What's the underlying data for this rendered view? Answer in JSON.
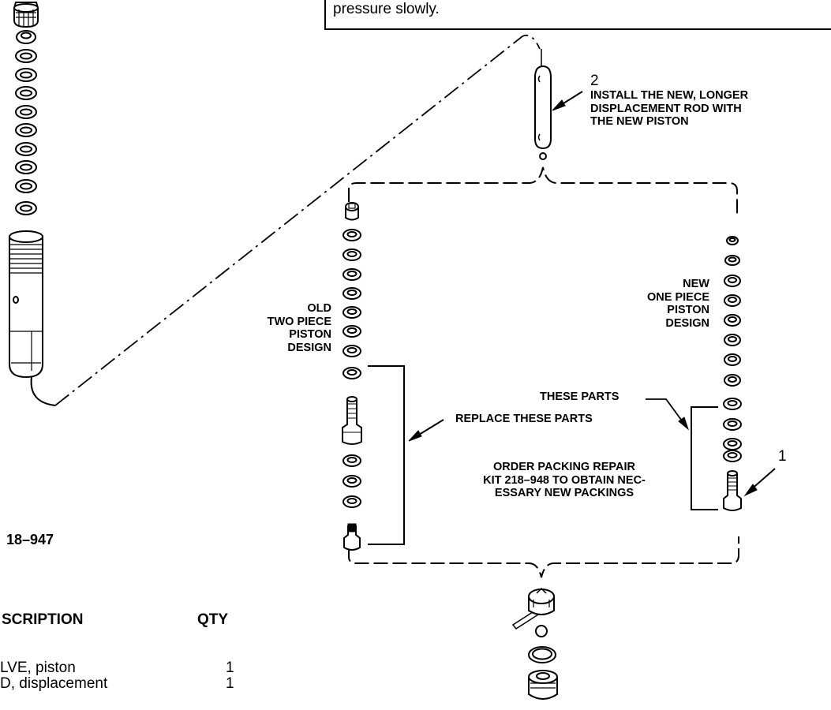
{
  "warning_note": {
    "text": "pressure slowly."
  },
  "callouts": {
    "step_2_number": "2",
    "step_2_lines": [
      "INSTALL THE NEW, LONGER",
      "DISPLACEMENT ROD WITH",
      "THE NEW PISTON"
    ],
    "step_1_number": "1",
    "old_design_lines": [
      "OLD",
      "TWO PIECE",
      "PISTON",
      "DESIGN"
    ],
    "new_design_lines": [
      "NEW",
      "ONE PIECE",
      "PISTON",
      "DESIGN"
    ],
    "these_parts": "THESE PARTS",
    "replace_these_parts": "REPLACE THESE PARTS",
    "order_kit_lines": [
      "ORDER PACKING REPAIR",
      "KIT 218–948 TO OBTAIN NEC-",
      "ESSARY NEW PACKINGS"
    ]
  },
  "parts_list": {
    "kit_number": "18–947",
    "header_description": "SCRIPTION",
    "header_qty": "QTY",
    "rows": [
      {
        "description": "LVE, piston",
        "qty": "1"
      },
      {
        "description": "D, displacement",
        "qty": "1"
      }
    ]
  }
}
